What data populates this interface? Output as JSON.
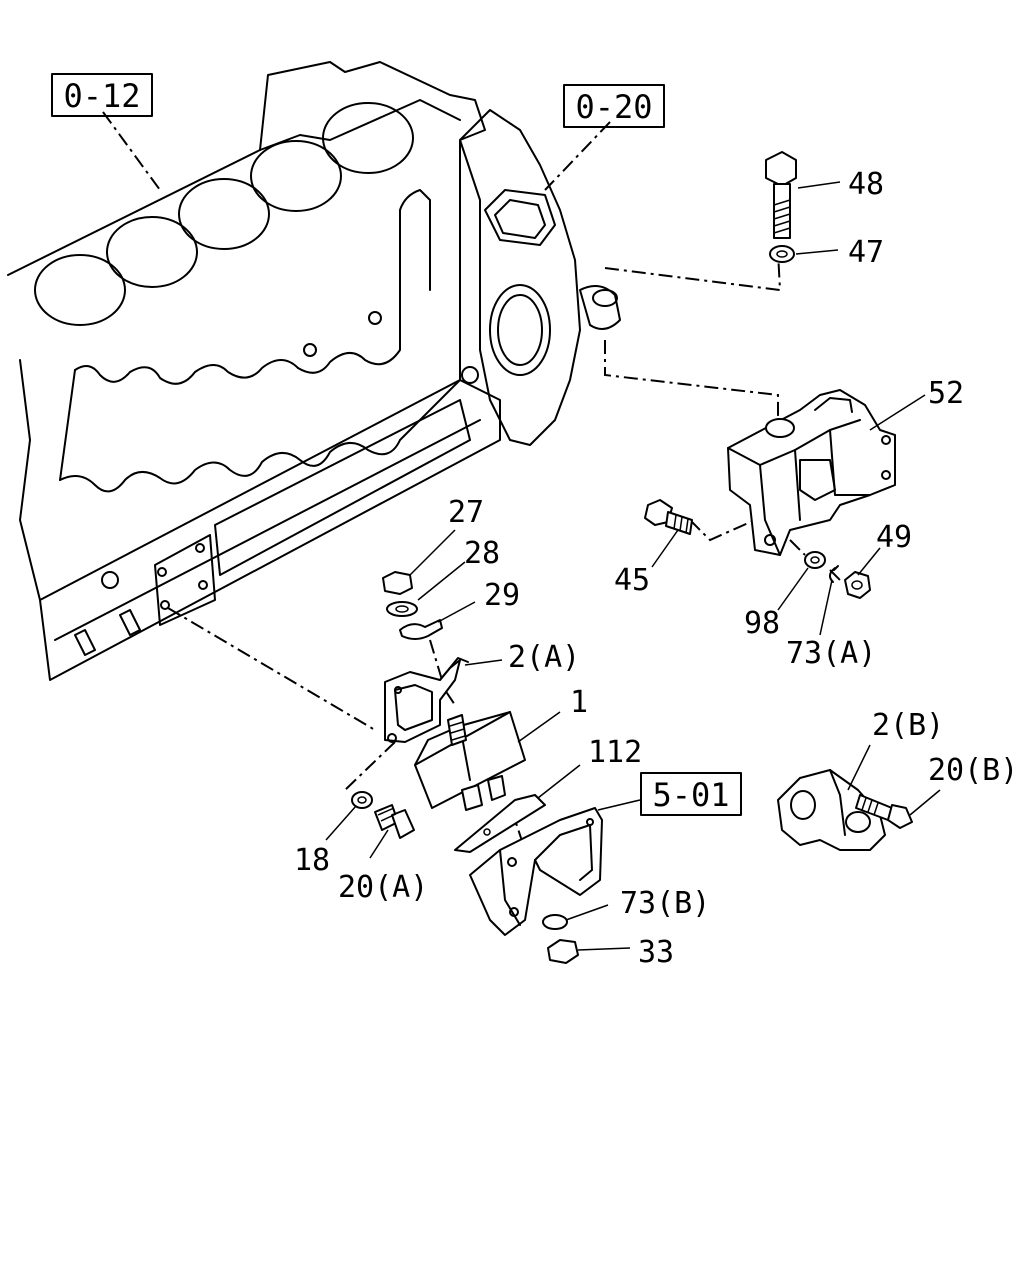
{
  "references": [
    {
      "id": "ref-0-12",
      "text": "0-12"
    },
    {
      "id": "ref-0-20",
      "text": "0-20"
    },
    {
      "id": "ref-5-01",
      "text": "5-01"
    }
  ],
  "parts": [
    {
      "id": "part-48",
      "text": "48"
    },
    {
      "id": "part-47",
      "text": "47"
    },
    {
      "id": "part-52",
      "text": "52"
    },
    {
      "id": "part-27",
      "text": "27"
    },
    {
      "id": "part-28",
      "text": "28"
    },
    {
      "id": "part-29",
      "text": "29"
    },
    {
      "id": "part-45",
      "text": "45"
    },
    {
      "id": "part-49",
      "text": "49"
    },
    {
      "id": "part-98",
      "text": "98"
    },
    {
      "id": "part-73a",
      "text": "73(A)"
    },
    {
      "id": "part-2a",
      "text": "2(A)"
    },
    {
      "id": "part-1",
      "text": "1"
    },
    {
      "id": "part-112",
      "text": "112"
    },
    {
      "id": "part-2b",
      "text": "2(B)"
    },
    {
      "id": "part-20b",
      "text": "20(B)"
    },
    {
      "id": "part-18",
      "text": "18"
    },
    {
      "id": "part-20a",
      "text": "20(A)"
    },
    {
      "id": "part-73b",
      "text": "73(B)"
    },
    {
      "id": "part-33",
      "text": "33"
    }
  ]
}
